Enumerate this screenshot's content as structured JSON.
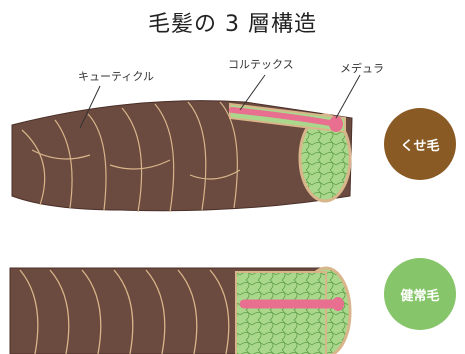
{
  "title": "毛髪の 3 層構造",
  "labels": {
    "cuticle": "キューティクル",
    "cortex": "コルテックス",
    "medulla": "メデュラ"
  },
  "badges": {
    "curly": "くせ毛",
    "healthy": "健常毛"
  },
  "colors": {
    "hair": "#6b4a3f",
    "cuticle_line": "#d8b58a",
    "cortex": "#a9d88c",
    "medulla": "#e86f8f",
    "badge_curly": "#8a5a24",
    "badge_healthy": "#86c56a"
  }
}
